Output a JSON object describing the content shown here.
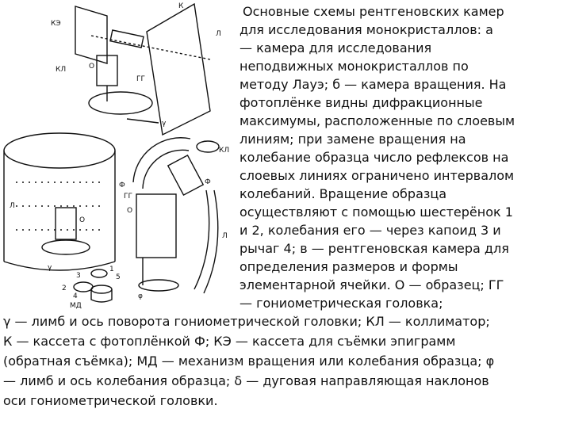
{
  "caption": {
    "right_lines": [
      "Основные  схемы  рентгеновских  камер",
      "для  исследования  монокристаллов:  а",
      "— камера  для  исследования",
      "неподвижных  монокристаллов  по",
      "методу  Лауэ;  б  —  камера вращения. На",
      "фотоплёнке видны дифракционные",
      "максимумы, расположенные по слоевым",
      "линиям; при замене вращения на",
      "колебание образца число рефлексов на",
      "слоевых линиях ограничено  интервалом",
      "колебаний.  Вращение  образца",
      "осуществляют  с  помощью шестерёнок 1",
      "и 2, колебания его — через капоид 3 и",
      "рычаг 4; в — рентгеновская камера для",
      "определения  размеров  и  формы",
      "элементарной  ячейки.  О  —  образец;  ГГ",
      "— гониометрическая головка;"
    ],
    "bottom_lines": [
      "γ — лимб и ось поворота гониометрической головки; КЛ — коллиматор;",
      "К — кассета с фотоплёнкой Ф; КЭ — кассета для съёмки эпиграмм",
      "(обратная съёмка); МД — механизм вращения или колебания образца; φ",
      "— лимб и ось колебания образца; δ — дуговая направляющая наклонов",
      "оси гониометрической головки."
    ]
  },
  "figure_labels": {
    "a": {
      "k": "К",
      "ke": "КЭ",
      "kl": "КЛ",
      "l": "Л",
      "o": "О",
      "gg": "ГГ",
      "gamma": "γ"
    },
    "b": {
      "f": "Ф",
      "l": "Л",
      "o": "О",
      "gamma": "γ",
      "n1": "1",
      "n2": "2",
      "n3": "3",
      "n4": "4",
      "n5": "5",
      "md": "МД"
    },
    "c": {
      "kl": "КЛ",
      "gg": "ГГ",
      "f": "Ф",
      "o": "О",
      "phi": "φ",
      "l": "Л"
    }
  }
}
